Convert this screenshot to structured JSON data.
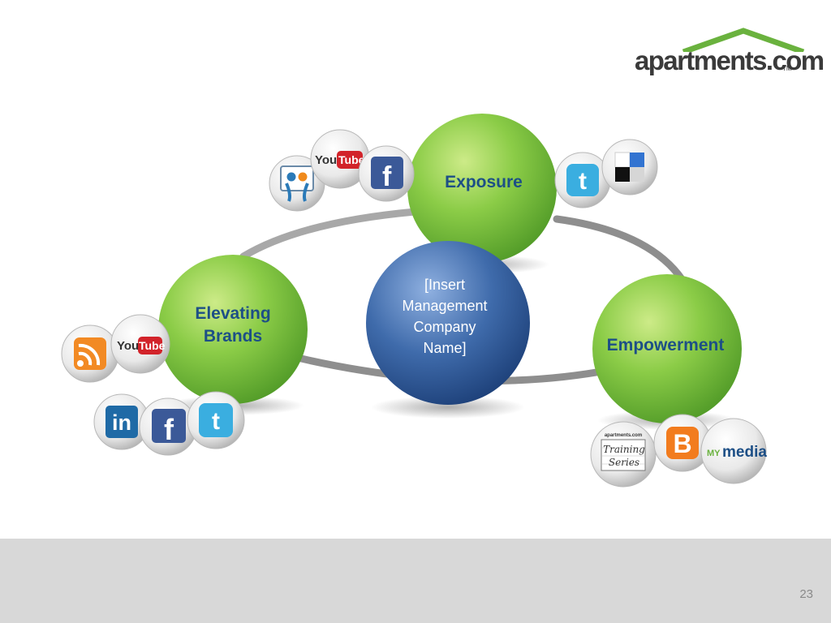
{
  "logo": {
    "text": "apartments.com",
    "tm": "TM",
    "brand_color": "#6ab23e"
  },
  "center": {
    "lines": [
      "[Insert",
      "Management",
      "Company",
      "Name]"
    ]
  },
  "nodes": {
    "exposure": {
      "label": "Exposure"
    },
    "elevating": {
      "lines": [
        "Elevating",
        "Brands"
      ]
    },
    "empowerment": {
      "label": "Empowerment"
    }
  },
  "icons": {
    "youtube_you": "You",
    "youtube_tube": "Tube",
    "facebook": "f",
    "linkedin": "in",
    "twitter": "t",
    "blogger": "B",
    "mymedia_my": "MY",
    "mymedia_media": "media",
    "training_brand": "apartments.com",
    "training_line1": "Training",
    "training_line2": "Series"
  },
  "colors": {
    "green_node": "#7cc242",
    "blue_center": "#3d6aa8",
    "node_text": "#1d4f86",
    "arrow": "#808080",
    "footer": "#d8d8d8"
  },
  "footer": {
    "page_number": "23"
  }
}
